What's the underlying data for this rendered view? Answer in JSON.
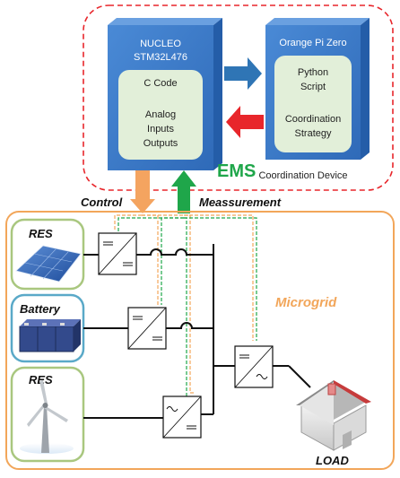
{
  "ems": {
    "nucleo_title": [
      "NUCLEO",
      "STM32L476"
    ],
    "nucleo_inner": [
      "C Code",
      "",
      "Analog",
      "Inputs",
      "Outputs"
    ],
    "opi_title": "Orange Pi Zero",
    "opi_inner_top": [
      "Python",
      "Script"
    ],
    "opi_inner_bottom": [
      "Coordination",
      "Strategy"
    ],
    "ems_label": "EMS",
    "coordination_label": "Coordination Device"
  },
  "links": {
    "control_label": "Control",
    "measurement_label": "Meassurement"
  },
  "microgrid": {
    "label": "Microgrid",
    "source1_label": "RES",
    "source2_label": "Battery",
    "source3_label": "RES",
    "load_label": "LOAD"
  },
  "colors": {
    "ems_border": "#e8262b",
    "microgrid_border": "#f2a65a",
    "block_blue": "#3f7fcf",
    "block_inner": "#e2efd9",
    "arrow_blue": "#2f75b5",
    "arrow_red": "#e8262b",
    "control_arrow": "#f4a460",
    "measure_arrow": "#1fa64a",
    "source_frame_green": "#a9c77f",
    "source_frame_blue": "#5aa9c8"
  }
}
